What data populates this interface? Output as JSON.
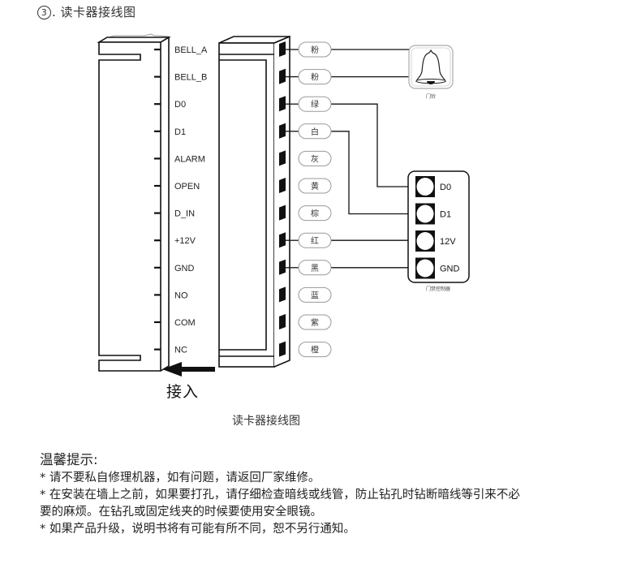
{
  "title": {
    "number": "3",
    "text": ". 读卡器接线图"
  },
  "reader_pins": [
    "BELL_A",
    "BELL_B",
    "D0",
    "D1",
    "ALARM",
    "OPEN",
    "D_IN",
    "+12V",
    "GND",
    "NO",
    "COM",
    "NC"
  ],
  "wire_colors": [
    "粉",
    "粉",
    "绿",
    "白",
    "灰",
    "黄",
    "棕",
    "红",
    "黑",
    "蓝",
    "紫",
    "橙"
  ],
  "bell": {
    "label": "门铃",
    "connected_wires": [
      0,
      1
    ]
  },
  "controller": {
    "label": "门禁控制器",
    "terminals": [
      "D0",
      "D1",
      "12V",
      "GND"
    ],
    "connections": [
      {
        "wire": 2,
        "terminal": 0
      },
      {
        "wire": 3,
        "terminal": 1
      },
      {
        "wire": 7,
        "terminal": 2
      },
      {
        "wire": 8,
        "terminal": 3
      }
    ]
  },
  "insert_label": "接入",
  "caption": "读卡器接线图",
  "notes": {
    "heading": "温馨提示:",
    "lines": [
      "* 请不要私自修理机器，如有问题，请返回厂家维修。",
      "* 在安装在墙上之前，如果要打孔，请仔细检查暗线或线管，防止钻孔时钻断暗线等引来不必",
      "要的麻烦。在钻孔或固定线夹的时候要使用安全眼镜。",
      "* 如果产品升级，说明书将有可能有所不同，恕不另行通知。"
    ]
  }
}
